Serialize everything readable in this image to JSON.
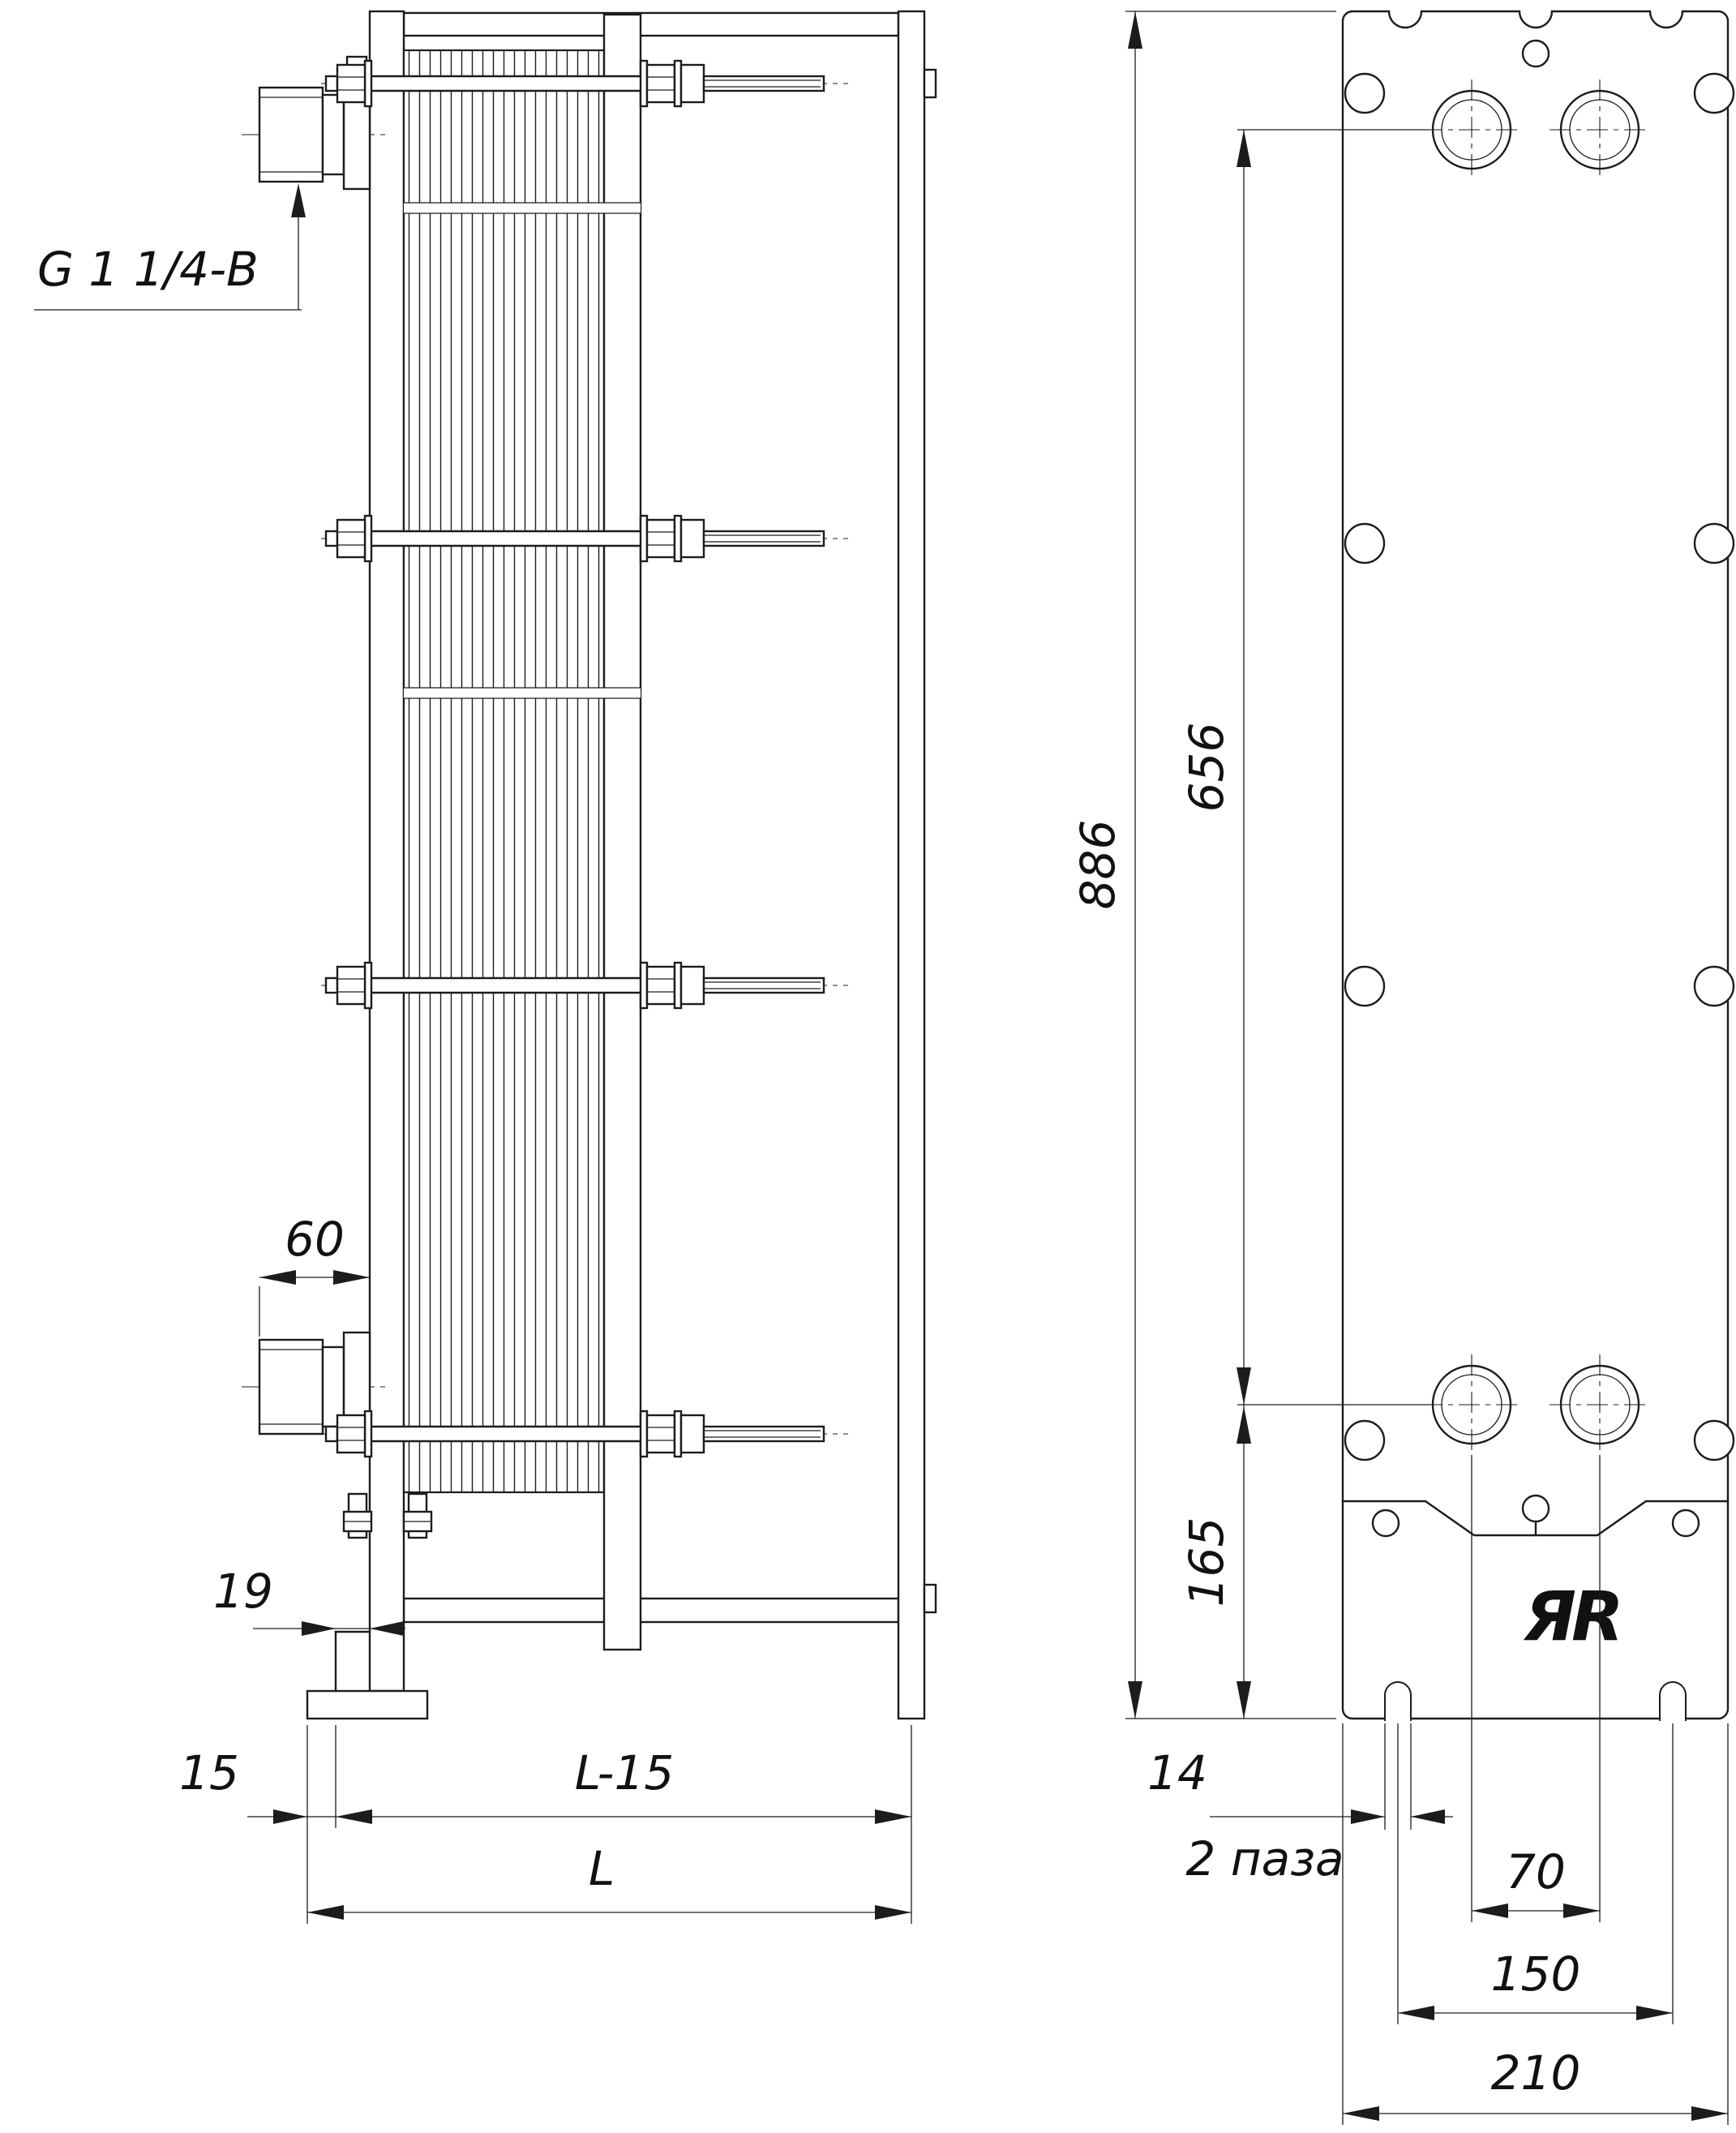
{
  "callout": {
    "thread": "G 1 1/4-B"
  },
  "side_view": {
    "dim_pipe_stickout": "60",
    "dim_bracket_width": "19",
    "dim_foot_offset": "15",
    "dim_frame_length_minus": "L-15",
    "dim_frame_length": "L"
  },
  "front_view": {
    "dim_height": "886",
    "dim_ports_span_vertical": "656",
    "dim_port_to_bottom": "165",
    "dim_slot_width": "14",
    "slots_note": "2 паза",
    "dim_ports_span_horizontal": "70",
    "dim_slots_span": "150",
    "dim_width": "210",
    "logo_text": "ЯR"
  },
  "style": {
    "line_color": "#1c1c1c",
    "background": "#ffffff"
  }
}
